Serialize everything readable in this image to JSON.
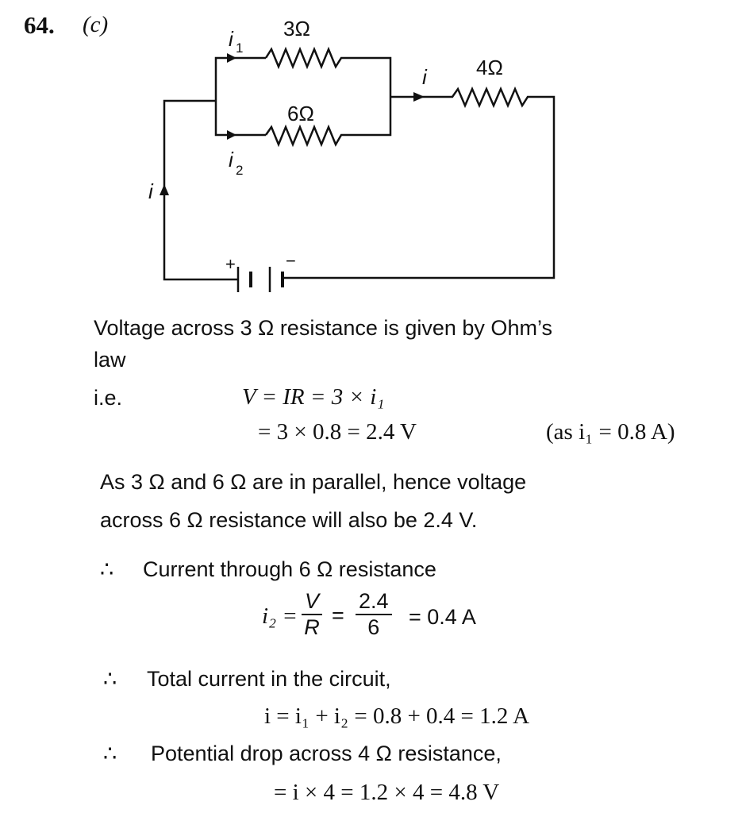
{
  "header": {
    "number": "64.",
    "answer": "(c)"
  },
  "circuit": {
    "r1": "3Ω",
    "r2": "6Ω",
    "r3": "4Ω",
    "i1": "i",
    "i1_sub": "1",
    "i2": "i",
    "i2_sub": "2",
    "i_main": "i",
    "i_left": "i",
    "plus": "+",
    "minus": "−"
  },
  "text": {
    "line1": "Voltage across 3 Ω resistance is given by Ohm’s",
    "line2": "law",
    "ie": "i.e.",
    "eq1": "V = IR  = 3 × i₁",
    "eq2": "= 3 × 0.8 = 2.4  V",
    "eq2_note": "(as i₁ = 0.8  A)",
    "para1": "As 3 Ω and 6 Ω are in parallel, hence voltage",
    "para2": "across 6  Ω resistance will also be 2.4 V.",
    "therefore": "∴",
    "step1": "Current through 6  Ω resistance",
    "i2_lhs": "i₂ =",
    "frac1_num": "V",
    "frac1_den": "R",
    "frac2_num": "2.4",
    "frac2_den": "6",
    "eq3_rhs": "= 0.4  A",
    "step2": "Total current in the circuit,",
    "eq4": "i = i₁ + i₂ = 0.8 + 0.4 = 1.2 A",
    "step3": "Potential drop across 4  Ω resistance,",
    "eq5": "= i × 4 = 1.2 × 4 = 4.8 V"
  }
}
